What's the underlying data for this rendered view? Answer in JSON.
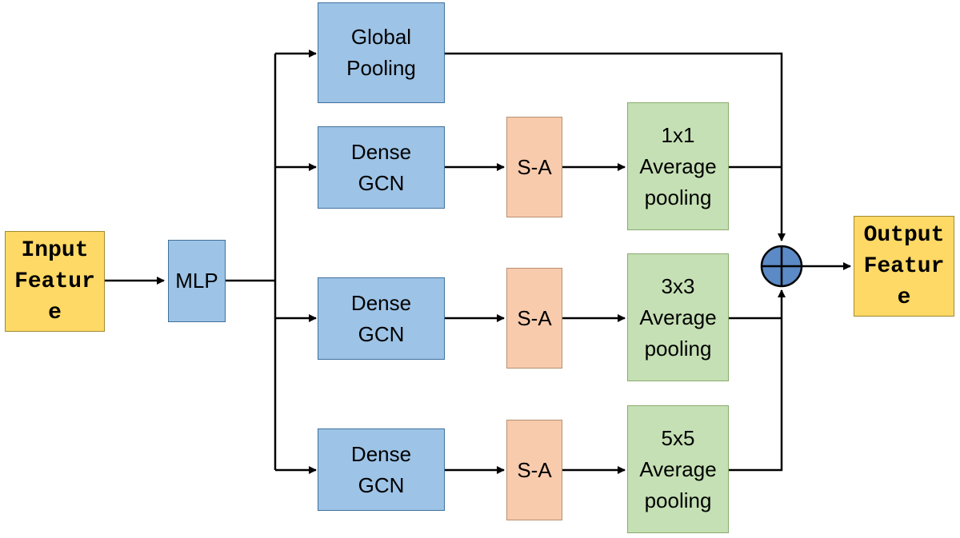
{
  "nodes": {
    "input": "Input\nFeatur\ne",
    "mlp": "MLP",
    "global_pooling": "Global\nPooling",
    "dense_gcn_1": "Dense\nGCN",
    "dense_gcn_2": "Dense\nGCN",
    "dense_gcn_3": "Dense\nGCN",
    "sa_1": "S-A",
    "sa_2": "S-A",
    "sa_3": "S-A",
    "avg_pool_1": "1x1\nAverage\npooling",
    "avg_pool_3": "3x3\nAverage\npooling",
    "avg_pool_5": "5x5\nAverage\npooling",
    "output": "Output\nFeatur\ne"
  },
  "colors": {
    "encoder_block": "#9dc3e6",
    "attention_block": "#f8cbad",
    "pooling_block": "#c5e0b4",
    "io_block": "#ffd966",
    "sum_node": "#5b8ac6"
  },
  "sum_symbol": "plus-circle-icon"
}
